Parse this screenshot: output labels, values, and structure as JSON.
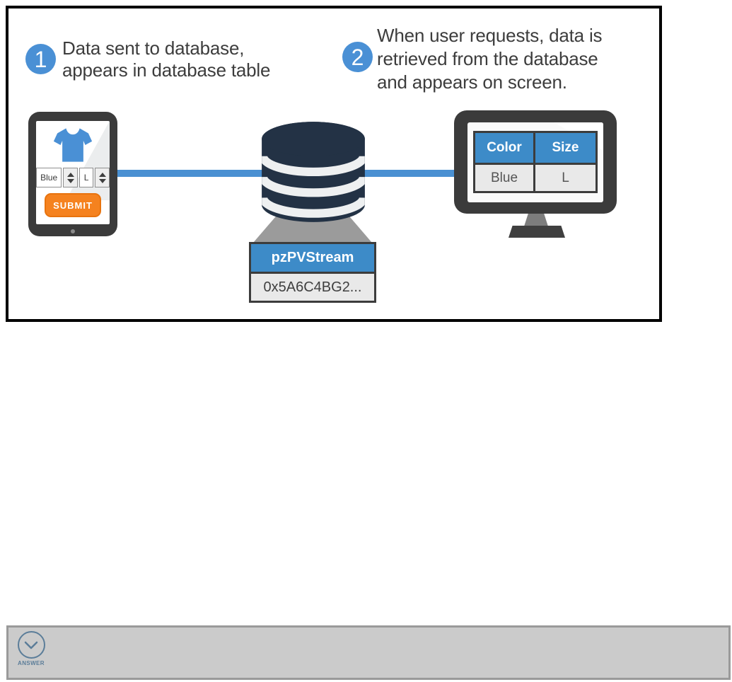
{
  "diagram": {
    "steps": [
      {
        "number": "1",
        "lines": [
          "Data sent to database,",
          "appears in database table"
        ]
      },
      {
        "number": "2",
        "lines": [
          "When user requests, data is",
          "retrieved from the database",
          "and appears on screen."
        ]
      }
    ],
    "tablet": {
      "color_value": "Blue",
      "size_value": "L",
      "submit_label": "SUBMIT"
    },
    "database": {
      "record_label": "pzPVStream",
      "record_value": "0x5A6C4BG2..."
    },
    "monitor": {
      "headers": [
        "Color",
        "Size"
      ],
      "row": [
        "Blue",
        "L"
      ]
    },
    "colors": {
      "accent_blue": "#4a90d2",
      "table_header_blue": "#3d8bc8",
      "submit_orange": "#f5821f",
      "device_frame": "#3b3b3b",
      "database_navy": "#233245",
      "cell_gray": "#e9e9e9"
    }
  },
  "footer": {
    "answer_label": "ANSWER"
  }
}
